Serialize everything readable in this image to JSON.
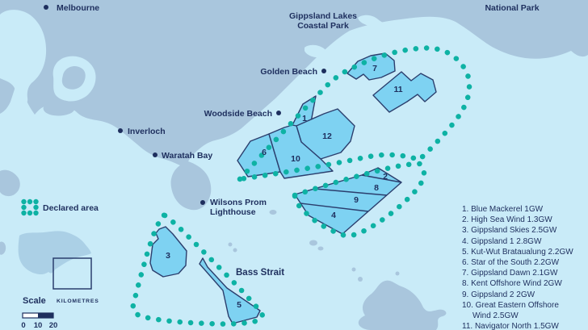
{
  "places": {
    "melbourne": "Melbourne",
    "gippsland_lakes_line1": "Gippsland Lakes",
    "gippsland_lakes_line2": "Coastal Park",
    "national_park": "National Park",
    "golden_beach": "Golden Beach",
    "woodside_beach": "Woodside Beach",
    "inverloch": "Inverloch",
    "waratah_bay": "Waratah Bay",
    "wilsons_prom_line1": "Wilsons Prom",
    "wilsons_prom_line2": "Lighthouse",
    "bass_strait": "Bass Strait"
  },
  "area_numbers": [
    "1",
    "2",
    "3",
    "4",
    "5",
    "6",
    "7",
    "8",
    "9",
    "10",
    "11",
    "12"
  ],
  "projects": [
    {
      "label": "1. Blue Mackerel 1GW"
    },
    {
      "label": "2. High Sea Wind 1.3GW"
    },
    {
      "label": "3. Gippsland Skies 2.5GW"
    },
    {
      "label": "4. Gippsland 1 2.8GW"
    },
    {
      "label": "5. Kut-Wut Brataualung 2.2GW"
    },
    {
      "label": "6. Star of the South 2.2GW"
    },
    {
      "label": "7. Gippsland Dawn 2.1GW"
    },
    {
      "label": "8. Kent Offshore Wind 2GW"
    },
    {
      "label": "9. Gippsland 2 2GW"
    },
    {
      "label": "10. Great Eastern Offshore Wind 2.5GW"
    },
    {
      "label": "11. Navigator North 1.5GW"
    }
  ],
  "legend": {
    "declared_area": "Declared area"
  },
  "scale_bar": {
    "label": "Scale",
    "units": "KILOMETRES",
    "ticks": [
      "0",
      "10",
      "20"
    ]
  },
  "colors": {
    "land": "#a9c6dd",
    "sea": "#c9ebf8",
    "declared_area_dots": "#0eb2a4",
    "project_area_fill": "#7ed2f2",
    "outline_navy": "#2b3e6d",
    "text_navy": "#1e2f5e"
  }
}
